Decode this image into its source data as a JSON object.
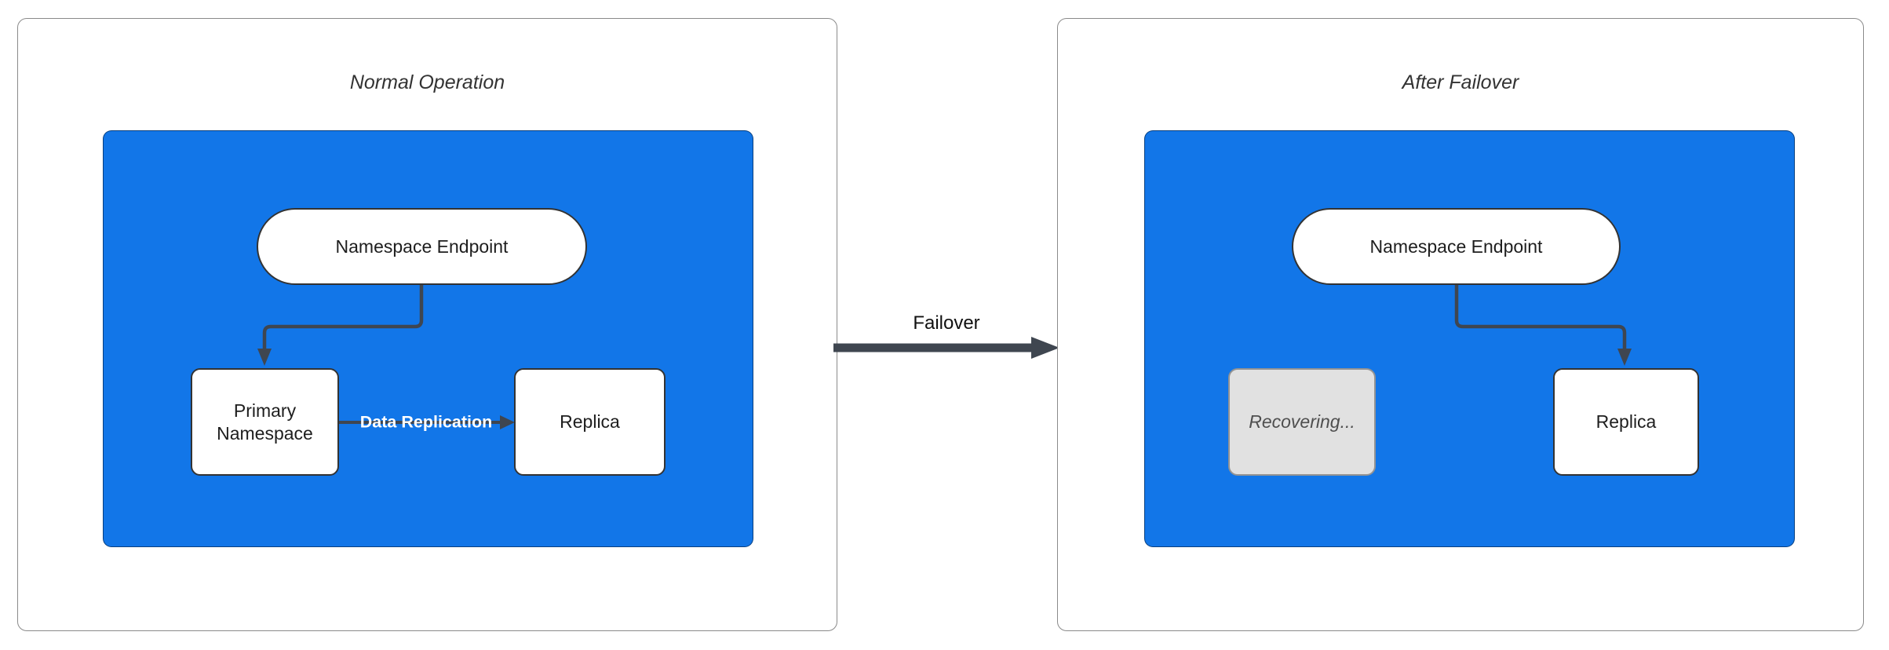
{
  "colors": {
    "container": "#1276E8",
    "edge": "#3F4650",
    "node_border": "#333333",
    "panel_border": "#8A8A8A",
    "recovering_fill": "#E1E1E1",
    "recovering_border": "#939393",
    "recovering_text": "#4F4F4F",
    "edge_label_text": "#FFFFFF",
    "title_text": "#333333",
    "node_text": "#1E1E1E"
  },
  "left_panel": {
    "title": "Normal Operation",
    "endpoint_label": "Namespace Endpoint",
    "primary_label": "Primary Namespace",
    "replica_label": "Replica",
    "replication_label": "Data Replication"
  },
  "failover": {
    "label": "Failover"
  },
  "right_panel": {
    "title": "After Failover",
    "endpoint_label": "Namespace Endpoint",
    "recovering_label": "Recovering...",
    "replica_label": "Replica"
  }
}
